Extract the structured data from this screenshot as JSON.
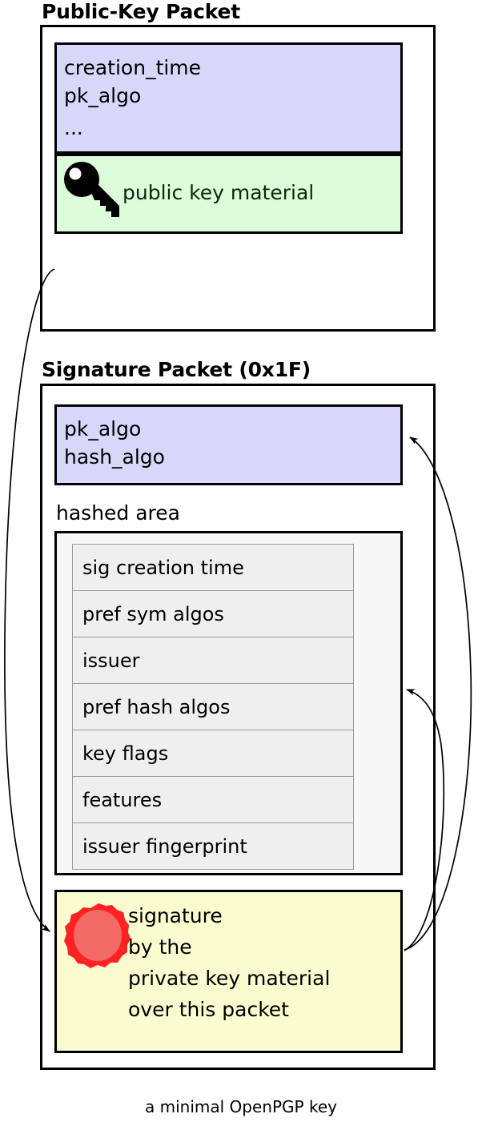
{
  "caption": "a minimal OpenPGP key",
  "packets": [
    {
      "title": "Public-Key Packet",
      "fields": [
        {
          "name": "creation-time",
          "text": "creation_time"
        },
        {
          "name": "pk-algo",
          "text": "pk_algo"
        },
        {
          "name": "ellipsis",
          "text": "..."
        }
      ],
      "key_material": {
        "icon": "key-icon",
        "label": "public key material"
      }
    },
    {
      "title": "Signature Packet (0x1F)",
      "fields": [
        {
          "name": "pk-algo",
          "text": "pk_algo"
        },
        {
          "name": "hash-algo",
          "text": "hash_algo"
        }
      ],
      "hashed_area": {
        "label": "hashed area",
        "subpackets": [
          "sig creation time",
          "pref sym algos",
          "issuer",
          "pref hash algos",
          "key flags",
          "features",
          "issuer fingerprint"
        ]
      },
      "signature": {
        "icon": "wax-seal-icon",
        "lines": [
          "signature",
          "by the",
          "private key material",
          "over this packet"
        ]
      }
    }
  ],
  "colors": {
    "header_fill": "#d7d7fa",
    "key_material_fill": "#dcfdd9",
    "signature_fill": "#fbfbd0",
    "hashed_area_fill": "#f7f7f7",
    "subpacket_fill": "#efefef",
    "seal_outer": "#ff2222",
    "seal_inner": "#f26a66",
    "stroke": "#000000"
  },
  "arrows": [
    {
      "name": "public-key-to-signature",
      "from": "public-key-packet",
      "to": "signature-box"
    },
    {
      "name": "signature-to-algos",
      "from": "signature-box",
      "to": "signature-algo-box"
    },
    {
      "name": "signature-to-hashed-area",
      "from": "signature-box",
      "to": "hashed-area-frame"
    }
  ]
}
